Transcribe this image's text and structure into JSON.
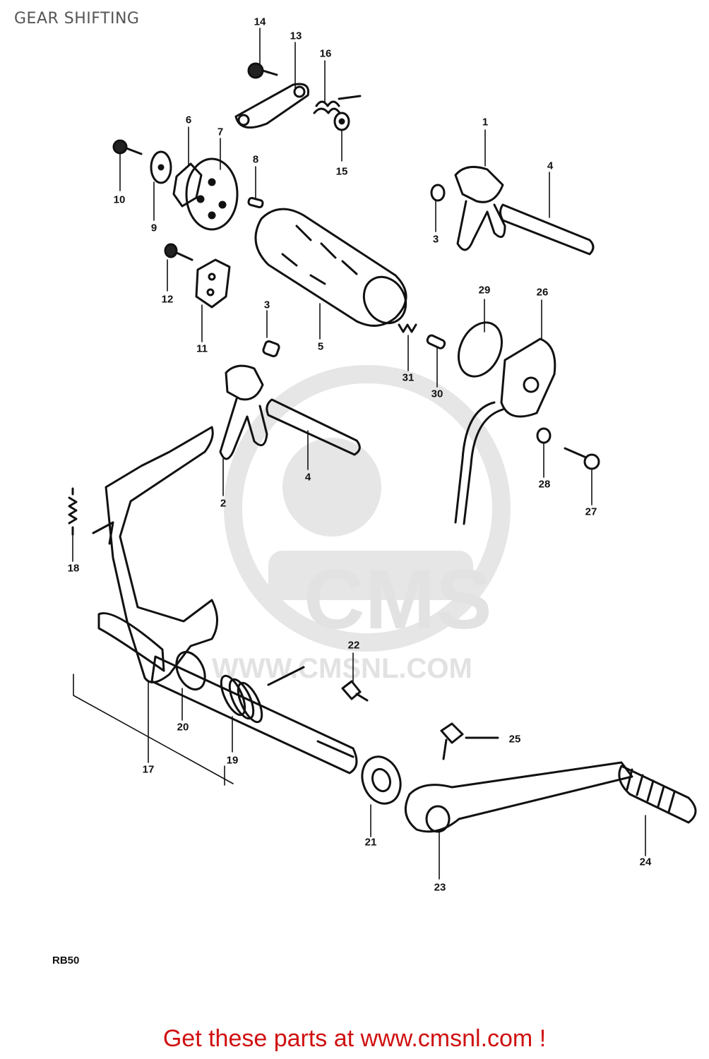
{
  "title": "GEAR SHIFTING",
  "watermark": {
    "brand": "CMS",
    "site": "WWW.CMSNL.COM",
    "color": "#e6e6e6"
  },
  "callouts": {
    "c1": "1",
    "c2": "2",
    "c3a": "3",
    "c3b": "3",
    "c4a": "4",
    "c4b": "4",
    "c5": "5",
    "c6": "6",
    "c7": "7",
    "c8": "8",
    "c9": "9",
    "c10": "10",
    "c11": "11",
    "c12": "12",
    "c13": "13",
    "c14": "14",
    "c15": "15",
    "c16": "16",
    "c17": "17",
    "c18": "18",
    "c19": "19",
    "c20": "20",
    "c21": "21",
    "c22": "22",
    "c23": "23",
    "c24": "24",
    "c25": "25",
    "c26": "26",
    "c27": "27",
    "c28": "28",
    "c29": "29",
    "c30": "30",
    "c31": "31"
  },
  "model_code": "RB50",
  "footer": {
    "text": "Get these parts at www.cmsnl.com !",
    "color": "#d01010"
  }
}
